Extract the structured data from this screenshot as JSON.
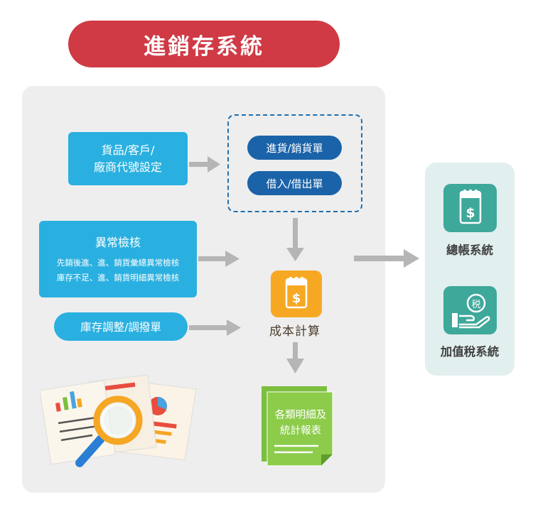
{
  "title": "進銷存系統",
  "setup_box": {
    "line1": "貨品/客戶/",
    "line2": "廠商代號設定"
  },
  "anomaly_box": {
    "title": "異常檢核",
    "line1": "先銷後進、進、銷貨彙總異常檢核",
    "line2": "庫存不足、進、銷貨明細異常檢核"
  },
  "transfer_box": {
    "label": "庫存調整/調撥單"
  },
  "documents": {
    "purchase_sales": "進貨/銷貨單",
    "borrow": "借入/借出單"
  },
  "cost": {
    "label": "成本計算",
    "icon": "receipt-dollar-icon"
  },
  "report": {
    "line1": "各類明細及",
    "line2": "統計報表"
  },
  "outputs": [
    {
      "label": "總帳系統",
      "icon": "ledger-icon"
    },
    {
      "label": "加值稅系統",
      "icon": "tax-hand-icon"
    }
  ],
  "colors": {
    "title_red": "#cf3a45",
    "box_blue": "#2ab0e0",
    "pill_navy": "#1b63a8",
    "cost_orange": "#f7a823",
    "report_green": "#7cbf3f",
    "output_teal": "#3ea89a",
    "arrow_gray": "#b5b5b5"
  }
}
